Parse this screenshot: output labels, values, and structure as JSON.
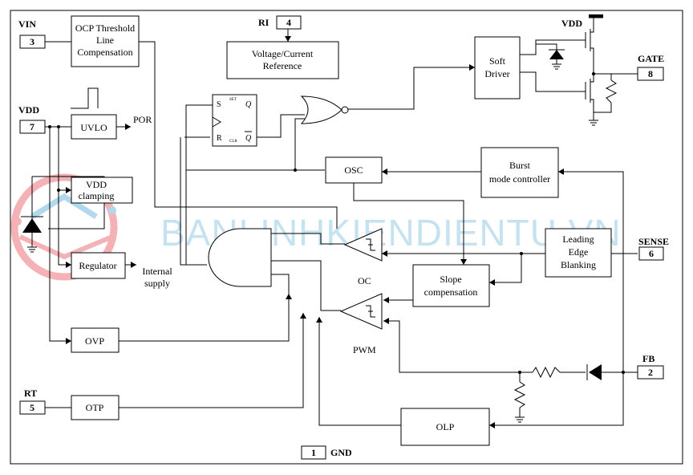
{
  "blocks": {
    "ocp": [
      "OCP Threshold",
      "Line",
      "Compensation"
    ],
    "vref": [
      "Voltage/Current",
      "Reference"
    ],
    "soft_driver": [
      "Soft",
      "Driver"
    ],
    "uvlo": "UVLO",
    "por": "POR",
    "vdd_clamp": [
      "VDD",
      "clamping"
    ],
    "regulator": "Regulator",
    "internal_supply": [
      "Internal",
      "supply"
    ],
    "osc": "OSC",
    "burst": [
      "Burst",
      "mode controller"
    ],
    "leb": [
      "Leading",
      "Edge",
      "Blanking"
    ],
    "slope": [
      "Slope",
      "compensation"
    ],
    "ovp": "OVP",
    "otp": "OTP",
    "olp": "OLP",
    "oc_label": "OC",
    "pwm_label": "PWM"
  },
  "flipflop": {
    "s": "S",
    "r": "R",
    "q": "Q",
    "qbar": "Q",
    "set": "SET",
    "clr": "CLR"
  },
  "pins": [
    {
      "name": "VIN",
      "num": "3"
    },
    {
      "name": "VDD",
      "num": "7"
    },
    {
      "name": "RT",
      "num": "5"
    },
    {
      "name": "RI",
      "num": "4"
    },
    {
      "name": "GATE",
      "num": "8"
    },
    {
      "name": "SENSE",
      "num": "6"
    },
    {
      "name": "FB",
      "num": "2"
    },
    {
      "name": "GND",
      "num": "1"
    }
  ],
  "vdd_top": "VDD",
  "watermark": "BANLINHKIENDIENTU.VN"
}
